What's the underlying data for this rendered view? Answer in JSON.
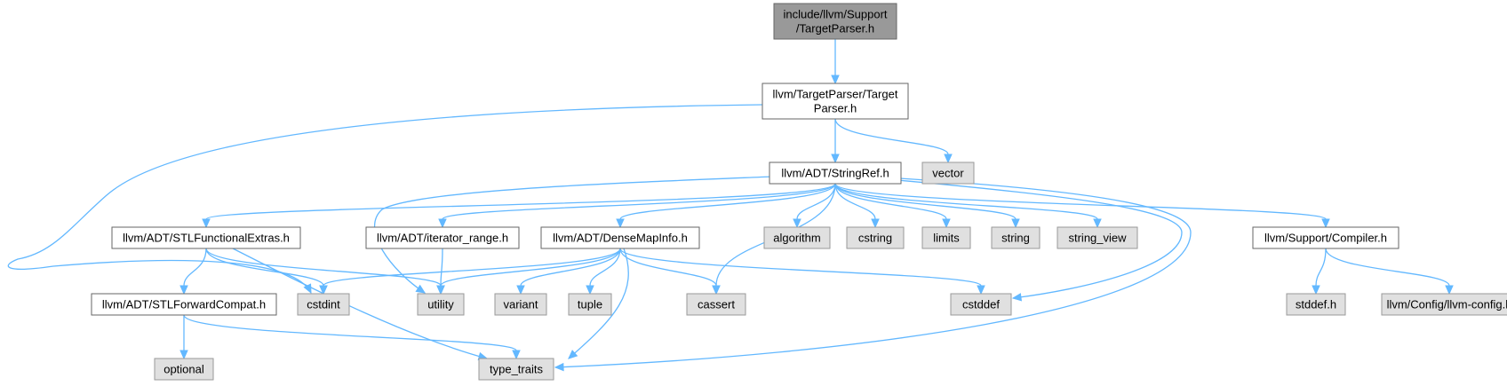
{
  "colors": {
    "root_fill": "#999999",
    "root_stroke": "#666666",
    "header_fill": "#ffffff",
    "header_stroke": "#666666",
    "system_fill": "#e0e0e0",
    "system_stroke": "#999999",
    "edge": "#63b8ff"
  },
  "nodes": [
    {
      "id": "root",
      "kind": "root",
      "lines": [
        "include/llvm/Support",
        "/TargetParser.h"
      ]
    },
    {
      "id": "tp",
      "kind": "header",
      "lines": [
        "llvm/TargetParser/Target",
        "Parser.h"
      ]
    },
    {
      "id": "vector",
      "kind": "system",
      "lines": [
        "vector"
      ]
    },
    {
      "id": "sref",
      "kind": "header",
      "lines": [
        "llvm/ADT/StringRef.h"
      ]
    },
    {
      "id": "stlfe",
      "kind": "header",
      "lines": [
        "llvm/ADT/STLFunctionalExtras.h"
      ]
    },
    {
      "id": "itr",
      "kind": "header",
      "lines": [
        "llvm/ADT/iterator_range.h"
      ]
    },
    {
      "id": "dmi",
      "kind": "header",
      "lines": [
        "llvm/ADT/DenseMapInfo.h"
      ]
    },
    {
      "id": "algorithm",
      "kind": "system",
      "lines": [
        "algorithm"
      ]
    },
    {
      "id": "cstring",
      "kind": "system",
      "lines": [
        "cstring"
      ]
    },
    {
      "id": "limits",
      "kind": "system",
      "lines": [
        "limits"
      ]
    },
    {
      "id": "string",
      "kind": "system",
      "lines": [
        "string"
      ]
    },
    {
      "id": "string_view",
      "kind": "system",
      "lines": [
        "string_view"
      ]
    },
    {
      "id": "compiler",
      "kind": "header",
      "lines": [
        "llvm/Support/Compiler.h"
      ]
    },
    {
      "id": "stlfc",
      "kind": "header",
      "lines": [
        "llvm/ADT/STLForwardCompat.h"
      ]
    },
    {
      "id": "cstdint",
      "kind": "system",
      "lines": [
        "cstdint"
      ]
    },
    {
      "id": "utility",
      "kind": "system",
      "lines": [
        "utility"
      ]
    },
    {
      "id": "variant",
      "kind": "system",
      "lines": [
        "variant"
      ]
    },
    {
      "id": "tuple",
      "kind": "system",
      "lines": [
        "tuple"
      ]
    },
    {
      "id": "cassert",
      "kind": "system",
      "lines": [
        "cassert"
      ]
    },
    {
      "id": "cstddef",
      "kind": "system",
      "lines": [
        "cstddef"
      ]
    },
    {
      "id": "stddef_h",
      "kind": "system",
      "lines": [
        "stddef.h"
      ]
    },
    {
      "id": "llvmconfig",
      "kind": "system",
      "lines": [
        "llvm/Config/llvm-config.h"
      ]
    },
    {
      "id": "optional",
      "kind": "system",
      "lines": [
        "optional"
      ]
    },
    {
      "id": "type_traits",
      "kind": "system",
      "lines": [
        "type_traits"
      ]
    }
  ],
  "edges": [
    {
      "from": "root",
      "to": "tp"
    },
    {
      "from": "tp",
      "to": "sref"
    },
    {
      "from": "tp",
      "to": "vector"
    },
    {
      "from": "tp",
      "to": "cstdint"
    },
    {
      "from": "sref",
      "to": "stlfe"
    },
    {
      "from": "sref",
      "to": "itr"
    },
    {
      "from": "sref",
      "to": "dmi"
    },
    {
      "from": "sref",
      "to": "algorithm"
    },
    {
      "from": "sref",
      "to": "cstring"
    },
    {
      "from": "sref",
      "to": "limits"
    },
    {
      "from": "sref",
      "to": "string"
    },
    {
      "from": "sref",
      "to": "string_view"
    },
    {
      "from": "sref",
      "to": "compiler"
    },
    {
      "from": "sref",
      "to": "utility"
    },
    {
      "from": "sref",
      "to": "cassert"
    },
    {
      "from": "sref",
      "to": "cstddef"
    },
    {
      "from": "sref",
      "to": "type_traits"
    },
    {
      "from": "stlfe",
      "to": "stlfc"
    },
    {
      "from": "stlfe",
      "to": "cstdint"
    },
    {
      "from": "stlfe",
      "to": "utility"
    },
    {
      "from": "stlfe",
      "to": "type_traits"
    },
    {
      "from": "itr",
      "to": "utility"
    },
    {
      "from": "dmi",
      "to": "cstdint"
    },
    {
      "from": "dmi",
      "to": "utility"
    },
    {
      "from": "dmi",
      "to": "variant"
    },
    {
      "from": "dmi",
      "to": "tuple"
    },
    {
      "from": "dmi",
      "to": "cassert"
    },
    {
      "from": "dmi",
      "to": "cstddef"
    },
    {
      "from": "dmi",
      "to": "type_traits"
    },
    {
      "from": "compiler",
      "to": "stddef_h"
    },
    {
      "from": "compiler",
      "to": "llvmconfig"
    },
    {
      "from": "stlfc",
      "to": "optional"
    },
    {
      "from": "stlfc",
      "to": "type_traits"
    }
  ]
}
